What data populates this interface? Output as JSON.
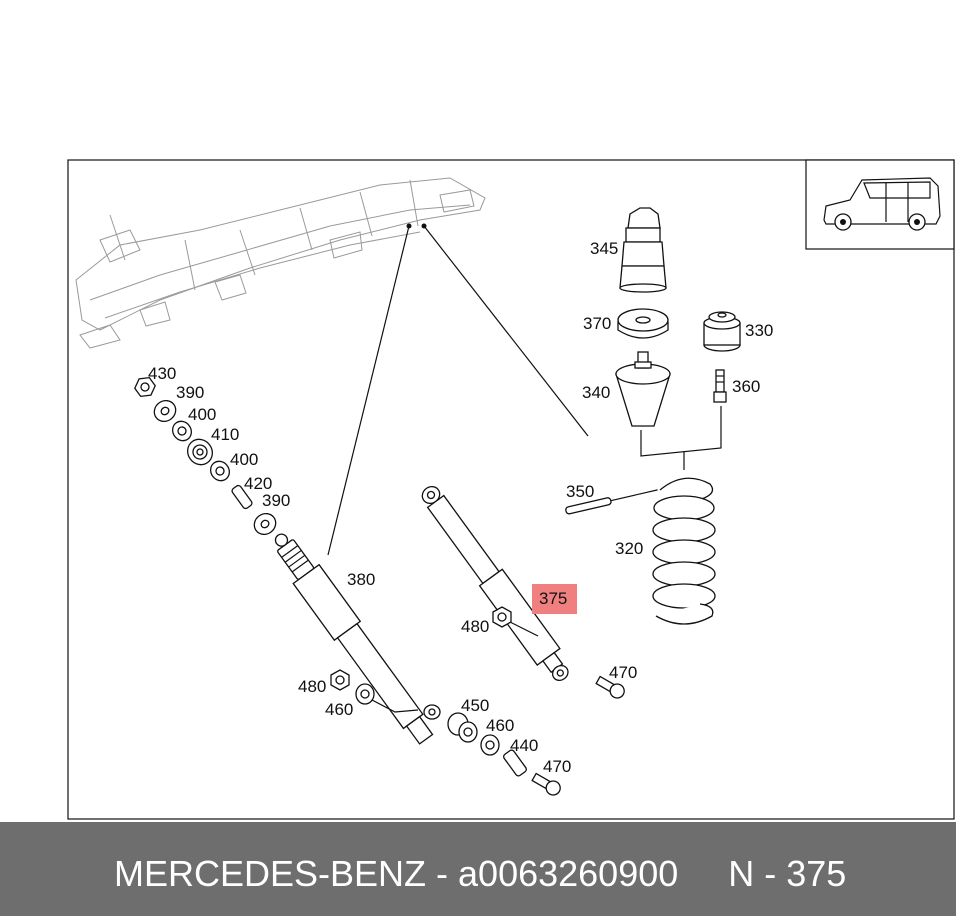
{
  "labels": {
    "p430": "430",
    "p390a": "390",
    "p400a": "400",
    "p410": "410",
    "p400b": "400",
    "p420": "420",
    "p390b": "390",
    "p380": "380",
    "p480a": "480",
    "p460a": "460",
    "p450": "450",
    "p460b": "460",
    "p440": "440",
    "p470a": "470",
    "p375": "375",
    "p480b": "480",
    "p470b": "470",
    "p345": "345",
    "p370": "370",
    "p330": "330",
    "p340": "340",
    "p360": "360",
    "p350": "350",
    "p320": "320"
  },
  "highlight_color": "#f08080",
  "footer": {
    "brand_part": "MERCEDES-BENZ - a0063260900",
    "code": "N - 375"
  }
}
